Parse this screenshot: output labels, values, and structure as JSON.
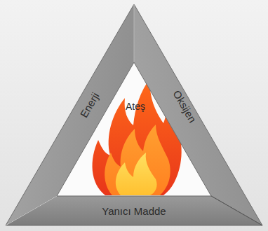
{
  "diagram": {
    "nodes": [
      {
        "text": [
          "Enerji"
        ]
      },
      {
        "text": [
          "Ateş"
        ]
      },
      {
        "text": [
          "Oksijen"
        ]
      },
      {
        "text": [
          "Yanıcı Madde"
        ]
      }
    ]
  }
}
